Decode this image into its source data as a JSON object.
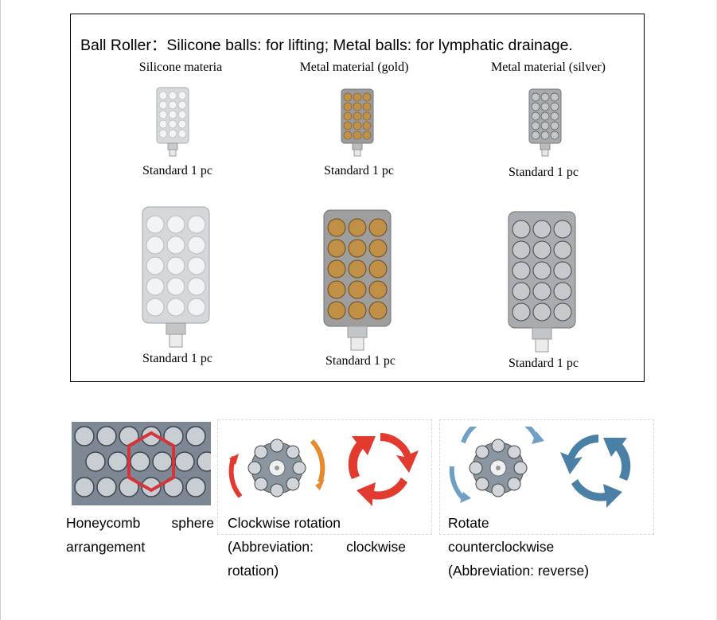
{
  "panel": {
    "title": "Ball Roller：Silicone balls: for lifting; Metal balls: for lymphatic drainage.",
    "columns": [
      {
        "header": "Silicone materia",
        "small_caption": "Standard 1 pc",
        "large_caption": "Standard 1 pc"
      },
      {
        "header": "Metal material (gold)",
        "small_caption": "Standard 1 pc",
        "large_caption": "Standard 1 pc"
      },
      {
        "header": "Metal material (silver)",
        "small_caption": "Standard 1 pc",
        "large_caption": "Standard 1 pc"
      }
    ]
  },
  "features": [
    {
      "line1_a": "Honeycomb",
      "line1_b": "sphere",
      "line2": "arrangement"
    },
    {
      "line1": "Clockwise rotation",
      "line2_a": "(Abbreviation:",
      "line2_b": "clockwise",
      "line3": "rotation)"
    },
    {
      "line1": "Rotate",
      "line2": "counterclockwise",
      "line3": "(Abbreviation: reverse)"
    }
  ],
  "colors": {
    "silicone": "#e9ecef",
    "gold": "#b8863b",
    "silver": "#8d9096",
    "clockwise_arrow": "#e23a2e",
    "counter_arrow": "#4a7fa6",
    "honeycomb_frame": "#d6343a"
  }
}
